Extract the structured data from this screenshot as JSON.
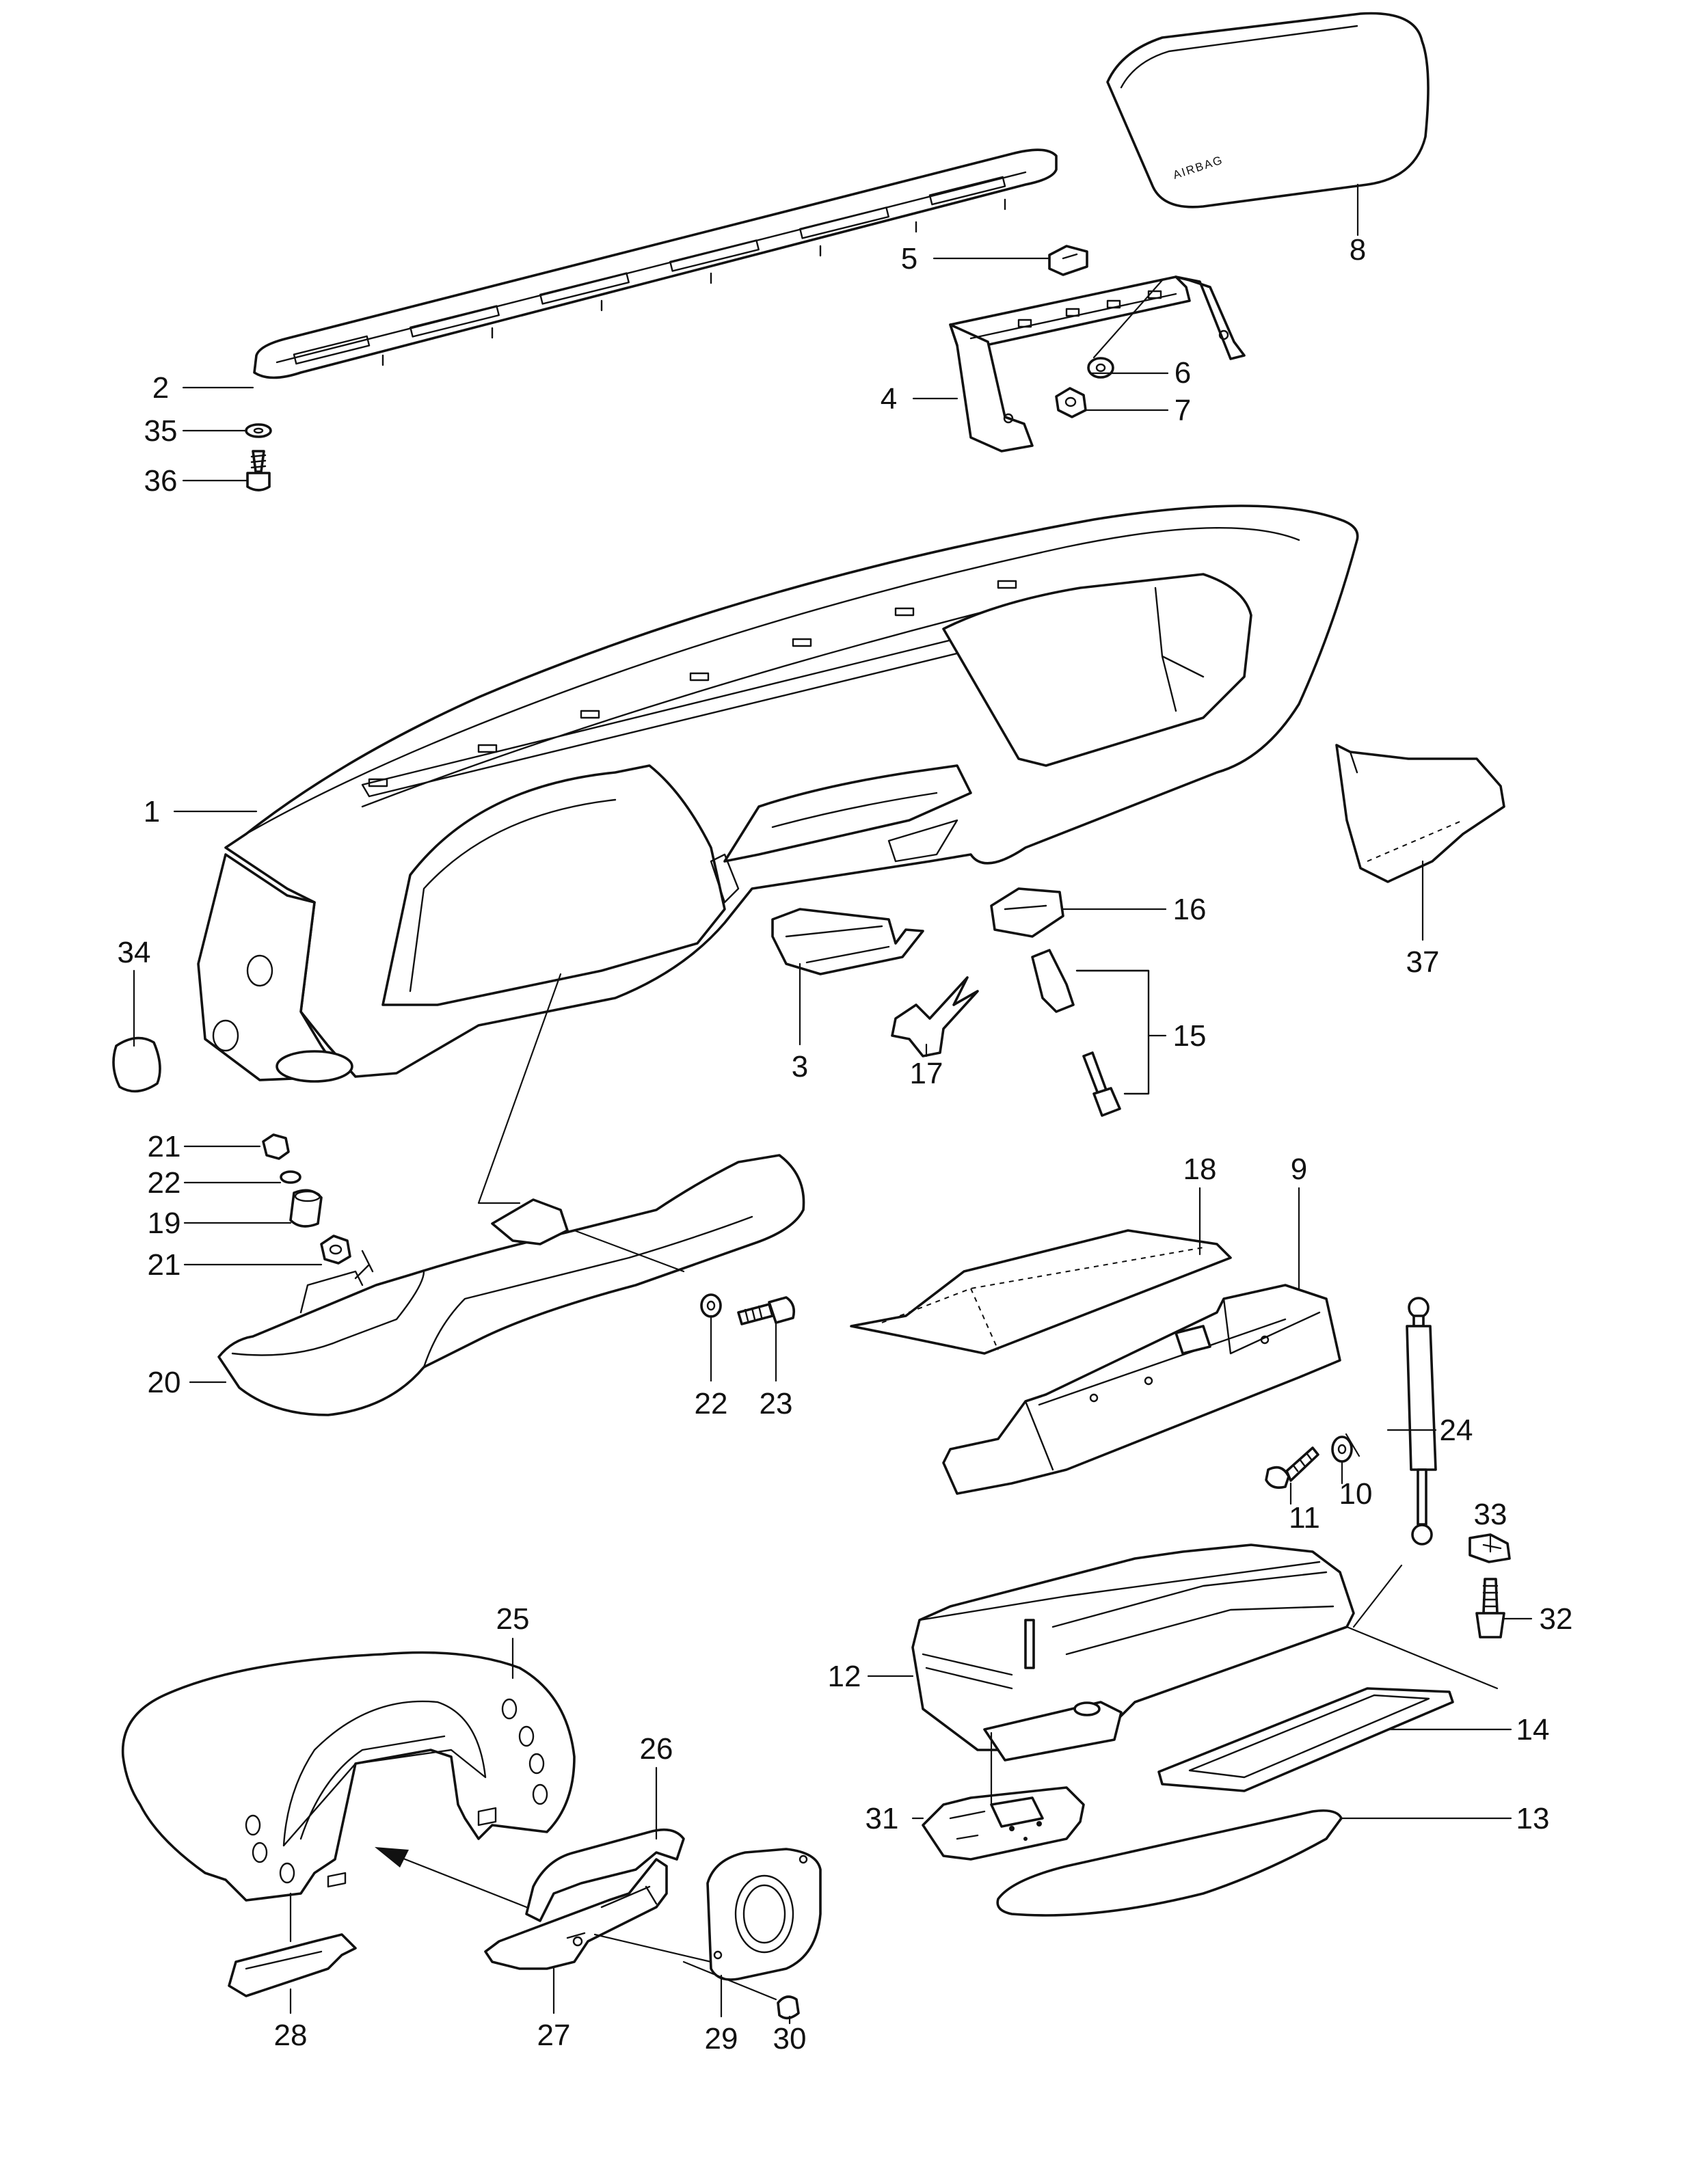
{
  "diagram": {
    "type": "exploded-parts-view",
    "airbag_cover_marking": "AIRBAG",
    "callouts": [
      {
        "id": "c1",
        "text": "1"
      },
      {
        "id": "c2",
        "text": "2"
      },
      {
        "id": "c3",
        "text": "3"
      },
      {
        "id": "c4",
        "text": "4"
      },
      {
        "id": "c5",
        "text": "5"
      },
      {
        "id": "c6",
        "text": "6"
      },
      {
        "id": "c7",
        "text": "7"
      },
      {
        "id": "c8",
        "text": "8"
      },
      {
        "id": "c9",
        "text": "9"
      },
      {
        "id": "c10",
        "text": "10"
      },
      {
        "id": "c11",
        "text": "11"
      },
      {
        "id": "c12",
        "text": "12"
      },
      {
        "id": "c13",
        "text": "13"
      },
      {
        "id": "c14",
        "text": "14"
      },
      {
        "id": "c15",
        "text": "15"
      },
      {
        "id": "c16",
        "text": "16"
      },
      {
        "id": "c17",
        "text": "17"
      },
      {
        "id": "c18",
        "text": "18"
      },
      {
        "id": "c19",
        "text": "19"
      },
      {
        "id": "c20",
        "text": "20"
      },
      {
        "id": "c21a",
        "text": "21"
      },
      {
        "id": "c21b",
        "text": "21"
      },
      {
        "id": "c22a",
        "text": "22"
      },
      {
        "id": "c22b",
        "text": "22"
      },
      {
        "id": "c23",
        "text": "23"
      },
      {
        "id": "c24",
        "text": "24"
      },
      {
        "id": "c25",
        "text": "25"
      },
      {
        "id": "c26",
        "text": "26"
      },
      {
        "id": "c27",
        "text": "27"
      },
      {
        "id": "c28",
        "text": "28"
      },
      {
        "id": "c29",
        "text": "29"
      },
      {
        "id": "c30",
        "text": "30"
      },
      {
        "id": "c31",
        "text": "31"
      },
      {
        "id": "c32",
        "text": "32"
      },
      {
        "id": "c33",
        "text": "33"
      },
      {
        "id": "c34",
        "text": "34"
      },
      {
        "id": "c35",
        "text": "35"
      },
      {
        "id": "c36",
        "text": "36"
      },
      {
        "id": "c37",
        "text": "37"
      }
    ]
  }
}
